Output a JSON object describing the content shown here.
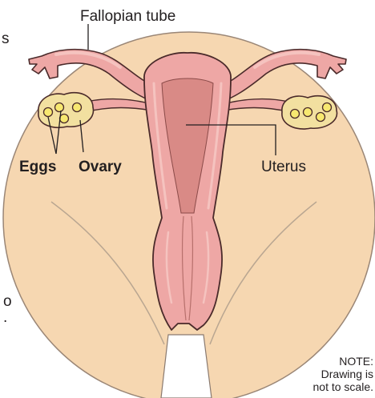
{
  "labels": {
    "fallopian_tube": "Fallopian tube",
    "eggs": "Eggs",
    "ovary": "Ovary",
    "uterus": "Uterus",
    "note_line1": "NOTE:",
    "note_line2": "Drawing is",
    "note_line3": "not to scale."
  },
  "edge_fragments": {
    "top_left": "s",
    "bottom_left_1": "o",
    "bottom_left_2": "."
  },
  "colors": {
    "pelvis_fill": "#f6d7b1",
    "pelvis_outline": "#9a8676",
    "organ_fill": "#eea7a5",
    "organ_light": "#f5c3bf",
    "organ_dark": "#d98a86",
    "organ_outline": "#4a2a2a",
    "ovary_fill": "#f2e0a0",
    "egg_fill": "#f7e870",
    "leader_line": "#231f20",
    "canal_fill": "#ffffff"
  }
}
